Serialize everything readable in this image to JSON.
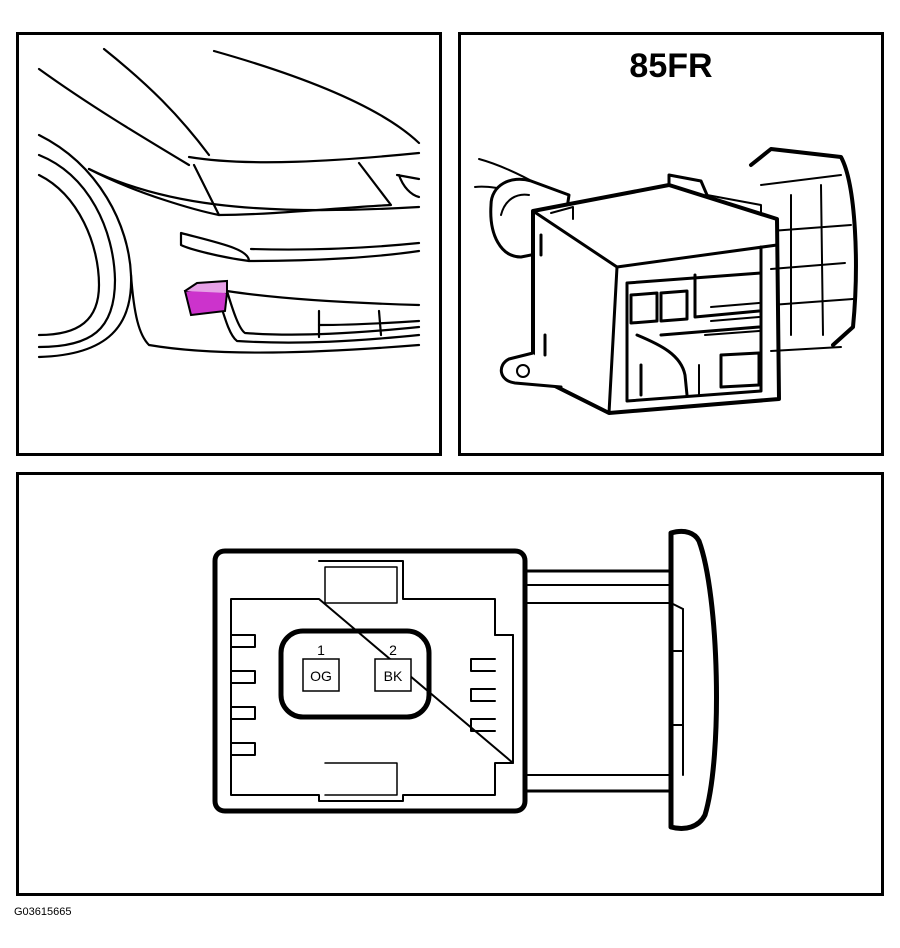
{
  "connector": {
    "id": "85FR"
  },
  "location_view": {
    "highlight_color": "#cc33cc"
  },
  "face_view": {
    "pins": [
      {
        "number": "1",
        "wire_color": "OG"
      },
      {
        "number": "2",
        "wire_color": "BK"
      }
    ]
  },
  "figure_code": "G03615665"
}
